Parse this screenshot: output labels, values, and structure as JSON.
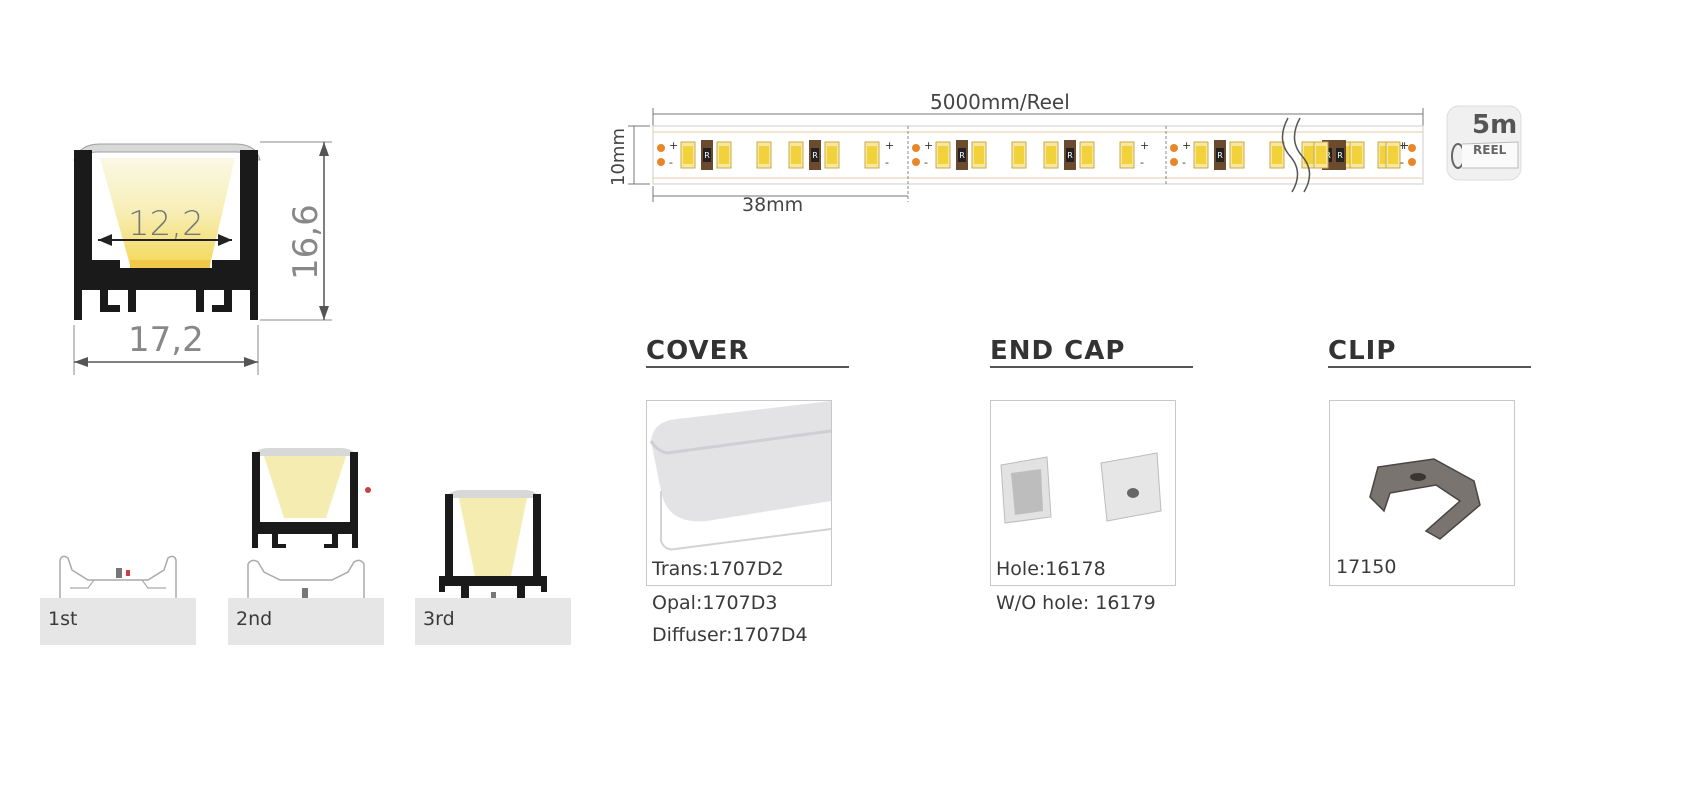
{
  "profile": {
    "dim_inner_width": "12,2",
    "dim_height": "16,6",
    "dim_outer_width": "17,2"
  },
  "strip": {
    "length_label": "5000mm/Reel",
    "width_label": "10mm",
    "cut_label": "38mm",
    "reel_length": "5m",
    "reel_caption": "REEL",
    "resistor_mark": "R",
    "plus": "+",
    "minus": "-"
  },
  "install_steps": [
    {
      "label": "1st"
    },
    {
      "label": "2nd"
    },
    {
      "label": "3rd"
    }
  ],
  "accessories": {
    "cover": {
      "title": "COVER",
      "labels": [
        "Trans:1707D2",
        "Opal:1707D3",
        "Diffuser:1707D4"
      ]
    },
    "end_cap": {
      "title": "END CAP",
      "labels": [
        "Hole:16178",
        "W/O hole: 16179"
      ]
    },
    "clip": {
      "title": "CLIP",
      "labels": [
        "17150"
      ]
    }
  },
  "colors": {
    "profile_black": "#1a1a1a",
    "light_yellow": "#f4ecb0",
    "led_orange": "#e8862a",
    "led_yellow": "#f2d23a",
    "panel_grey": "#e6e6e6"
  }
}
